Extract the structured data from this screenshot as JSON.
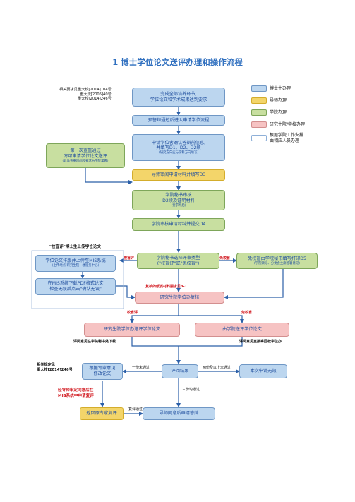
{
  "title": "1 博士学位论文送评办理和操作流程",
  "left_notes": {
    "top": "相关要求见重大校[2014]104号\n重大校[2005]40号\n重大校[2014]246号",
    "bottom": "相关规定见\n重大校[2014]246号"
  },
  "legend": [
    {
      "label": "博士生办理",
      "color": "#bcd6ef"
    },
    {
      "label": "导师办理",
      "color": "#f3d56a"
    },
    {
      "label": "学院办理",
      "color": "#c8dfa0"
    },
    {
      "label": "研究生院/学校办理",
      "color": "#f6c3c3"
    },
    {
      "label": "根据学院工作安排\n由相应人员办理",
      "color": "#ffffff"
    }
  ],
  "nodes": {
    "complete": {
      "line1": "完成全部培养环节,\n学位论文和学术成果达到要求"
    },
    "predefense": {
      "line1": "预答辩通过后进入申请学位流程"
    },
    "apply": {
      "line1": "申请学位者确认答辩前信息,\n并填写D1、D2、D2续",
      "line2": "(研究方向应与学科方向填写)"
    },
    "first_check": {
      "line1": "第一次查重通过\n方可申请学位论文送评",
      "line2": "(具体查重时间和要求由学院掌握)"
    },
    "supervisor": {
      "line1": "导师审阅申请材料并填写D3"
    },
    "secretary_review": {
      "line1": "学院秘书审核\nD2续及证明材料",
      "line2": "(要求附后)"
    },
    "college_submit": {
      "line1": "学院审核申请材料并提交D4"
    },
    "upload": {
      "line1": "学位论文排版并上传至MIS系统",
      "line2": "(上传地点:研究生院一楼服务中心)"
    },
    "download": {
      "line1": "在MIS系统下载PDF格式论文\n检查无误后点击\"确认无误\""
    },
    "select_type": {
      "line1": "学院秘书选择评审类型\n(\"校盲评\"或\"免校盲\")"
    },
    "exempt_print": {
      "line1": "免校盲由学院秘书填写打印D5",
      "line2": "(学院领导、分委会主席签署意见)"
    },
    "grad_review": {
      "line1": "研究生院学位办复核"
    },
    "grad_send": {
      "line1": "研究生院学位办送评学位论文"
    },
    "college_send": {
      "line1": "由学院送评学位论文"
    },
    "revise": {
      "line1": "根据专家意见\n修改论文"
    },
    "result": {
      "line1": "评阅结果"
    },
    "invalid": {
      "line1": "本次申请无效"
    },
    "return_review": {
      "line1": "返回原专家复评"
    },
    "defense": {
      "line1": "导师同意后申请答辩"
    }
  },
  "labels": {
    "upload_header": "\"校盲评\"博士生上传学位论文",
    "blind_left": "校盲评",
    "exempt_right": "免校盲",
    "recheck_note": "复核的纸质材料要求见3-1",
    "blind_split": "校盲评",
    "exempt_split": "免校盲",
    "grad_feedback": "评阅意见在学院秘书处下载",
    "college_feedback": "评阅意见直接寄回校学位办",
    "one_fail": "一份未通过",
    "two_fail": "两份及以上未通过",
    "three_pass": "三份均通过",
    "after_supervisor": "经导师审定同意后在\nMIS系统中申请复评",
    "recheck_pass": "复评通过"
  }
}
